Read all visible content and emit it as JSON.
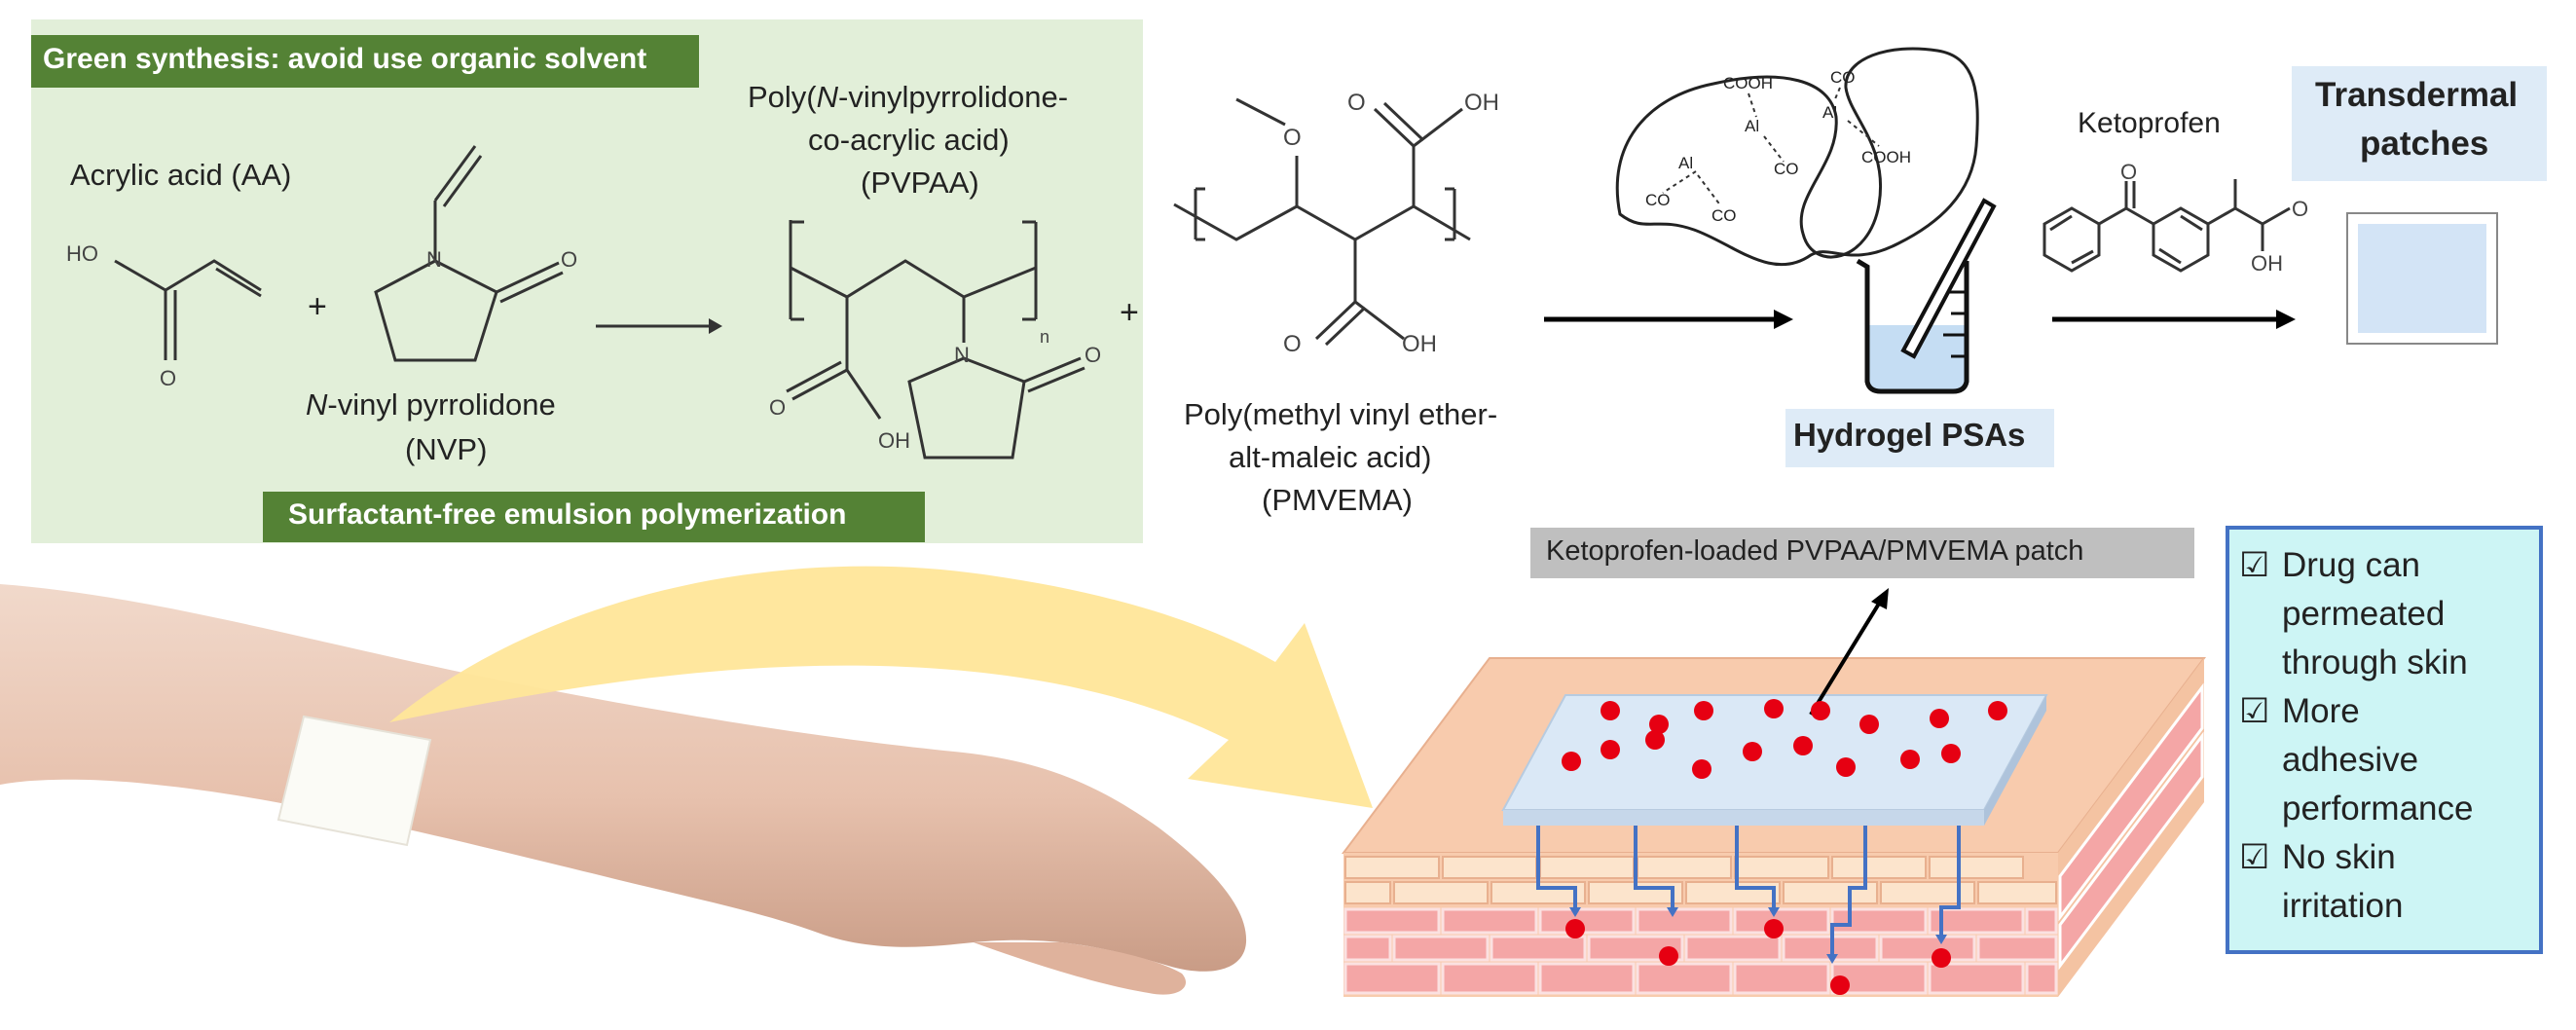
{
  "synthesis_panel": {
    "green_banner": "Green synthesis: avoid use organic solvent",
    "emulsion_banner": "Surfactant-free emulsion polymerization",
    "aa_label": "Acrylic acid (AA)",
    "nvp_label_prefix": "N",
    "nvp_label_rest": "-vinyl pyrrolidone",
    "nvp_abbr": "(NVP)",
    "pvpaa_line1_a": "Poly(",
    "pvpaa_line1_n": "N",
    "pvpaa_line1_b": "-vinylpyrrolidone-",
    "pvpaa_line2": "co-acrylic acid)",
    "pvpaa_abbr": "(PVPAA)",
    "plus": "+",
    "ho": "HO",
    "o": "O",
    "n": "N",
    "oh": "OH",
    "subscript_n": "n"
  },
  "pmvema": {
    "line1": "Poly(methyl vinyl ether-",
    "line2": "alt-maleic acid)",
    "abbr": "(PMVEMA)",
    "o": "O",
    "oh": "OH"
  },
  "complex": {
    "labels": [
      "COOH",
      "Al",
      "CO",
      "Al",
      "COOH",
      "Al",
      "CO",
      "CO",
      "CO"
    ]
  },
  "hydrogel_label": "Hydrogel PSAs",
  "ketoprofen_label": "Ketoprofen",
  "ketoprofen_atoms": {
    "o": "O",
    "o2": "O",
    "oh": "OH"
  },
  "transdermal_label_line1": "Transdermal",
  "transdermal_label_line2": "patches",
  "patch_caption": "Ketoprofen-loaded  PVPAA/PMVEMA  patch",
  "benefits": [
    {
      "check": "☑",
      "lines": [
        "Drug can",
        "permeated",
        "through skin"
      ]
    },
    {
      "check": "☑",
      "lines": [
        "More",
        "adhesive",
        "performance"
      ]
    },
    {
      "check": "☑",
      "lines": [
        "No skin",
        "irritation"
      ]
    }
  ],
  "colors": {
    "panel_bg": "#e2efd9",
    "banner_green": "#548235",
    "hydrogel_bg": "#deebf7",
    "caption_bg": "#bfbfbf",
    "benefits_bg": "#cdf5f5",
    "benefits_border": "#4472c4",
    "drug_dot": "#e60012",
    "arrow_yellow": "#ffe699",
    "skin": "#f8cbad",
    "brick": "#f4a6a6"
  }
}
